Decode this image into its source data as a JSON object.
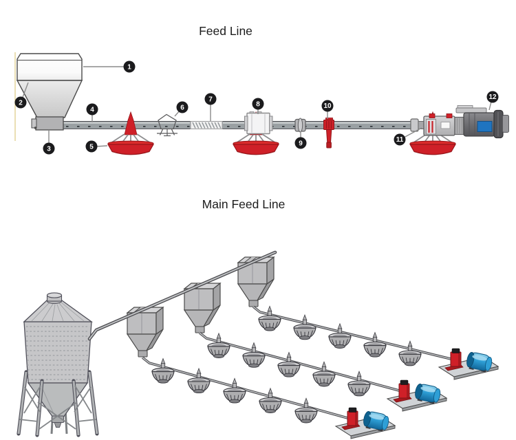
{
  "page": {
    "background": "#ffffff"
  },
  "feed_line": {
    "title": "Feed Line",
    "callouts": [
      {
        "number": "1"
      },
      {
        "number": "2"
      },
      {
        "number": "3"
      },
      {
        "number": "4"
      },
      {
        "number": "5"
      },
      {
        "number": "6"
      },
      {
        "number": "7"
      },
      {
        "number": "8"
      },
      {
        "number": "9"
      },
      {
        "number": "10"
      },
      {
        "number": "11"
      },
      {
        "number": "12"
      }
    ],
    "feeder_pan_count": 3
  },
  "main_feed_line": {
    "title": "Main Feed Line",
    "silo_count": 1,
    "hopper_count": 3,
    "feeder_line_count": 3,
    "pans_per_line": 5,
    "drive_station_count": 3
  },
  "colors": {
    "feeder_red": "#cf2028",
    "feeder_dark_red": "#97151a",
    "pipe_gray": "#9aa0a3",
    "metal_gray": "#bcbcbe",
    "motor_body_gray": "#6d6d71",
    "motor_blue_panel": "#1f74c0",
    "drive_motor_blue": "#2e9fd6",
    "platform_gray": "#d0d3d6",
    "badge_black": "#1b1b1d",
    "outline": "#4a4a4a"
  }
}
